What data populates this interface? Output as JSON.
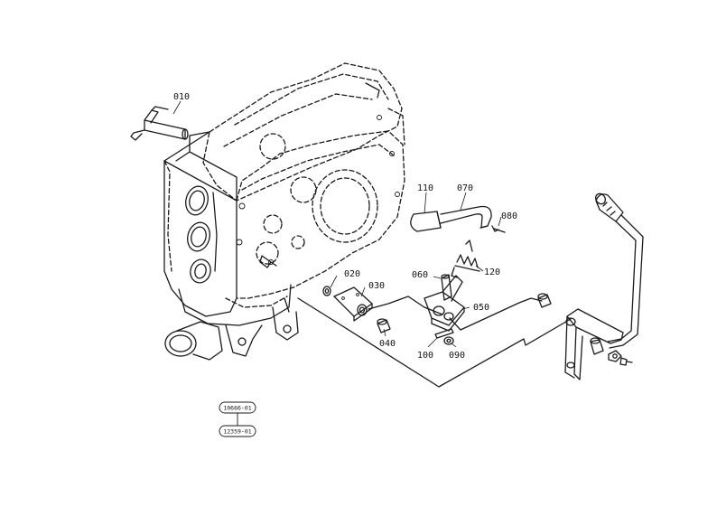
{
  "parts": [
    {
      "id": "p010",
      "label": "010"
    },
    {
      "id": "p020",
      "label": "020"
    },
    {
      "id": "p030",
      "label": "030"
    },
    {
      "id": "p040",
      "label": "040"
    },
    {
      "id": "p050",
      "label": "050"
    },
    {
      "id": "p060",
      "label": "060"
    },
    {
      "id": "p070",
      "label": "070"
    },
    {
      "id": "p080",
      "label": "080"
    },
    {
      "id": "p090",
      "label": "090"
    },
    {
      "id": "p100",
      "label": "100"
    },
    {
      "id": "p110",
      "label": "110"
    },
    {
      "id": "p120",
      "label": "120"
    }
  ],
  "refs": {
    "upper": "10666-01",
    "lower": "12359-01"
  }
}
